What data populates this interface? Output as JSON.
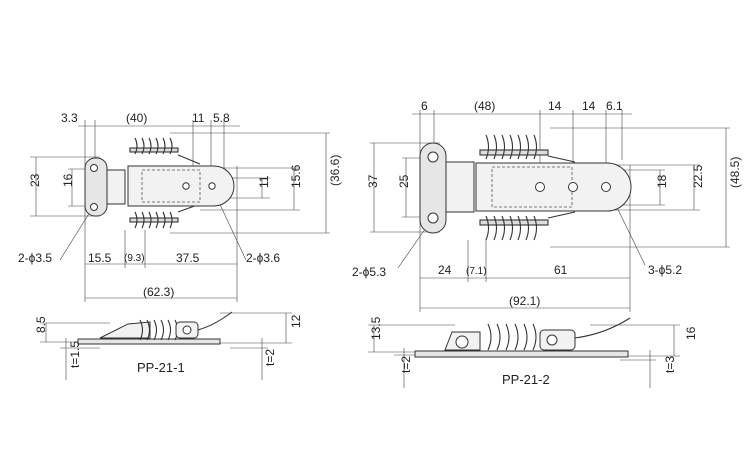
{
  "left": {
    "top_dims": [
      "3.3",
      "(40)",
      "11",
      "5.8"
    ],
    "left_dims": [
      "23",
      "16"
    ],
    "right_dims": [
      "11",
      "15.6",
      "(36.6)"
    ],
    "bottom_dims": [
      "2-ϕ3.5",
      "15.5",
      "(9.3)",
      "37.5",
      "2-ϕ3.6"
    ],
    "overall": "(62.3)",
    "side_dims": [
      "8.5",
      "12",
      "t=1.5",
      "t=2"
    ],
    "title": "PP-21-1"
  },
  "right": {
    "top_dims": [
      "6",
      "(48)",
      "14",
      "14",
      "6.1"
    ],
    "left_dims": [
      "37",
      "25"
    ],
    "right_dims": [
      "18",
      "22.5",
      "(48.5)"
    ],
    "bottom_dims": [
      "2-ϕ5.3",
      "24",
      "(7.1)",
      "61",
      "3-ϕ5.2"
    ],
    "overall": "(92.1)",
    "side_dims": [
      "13.5",
      "16",
      "t=2",
      "t=3"
    ],
    "title": "PP-21-2"
  }
}
